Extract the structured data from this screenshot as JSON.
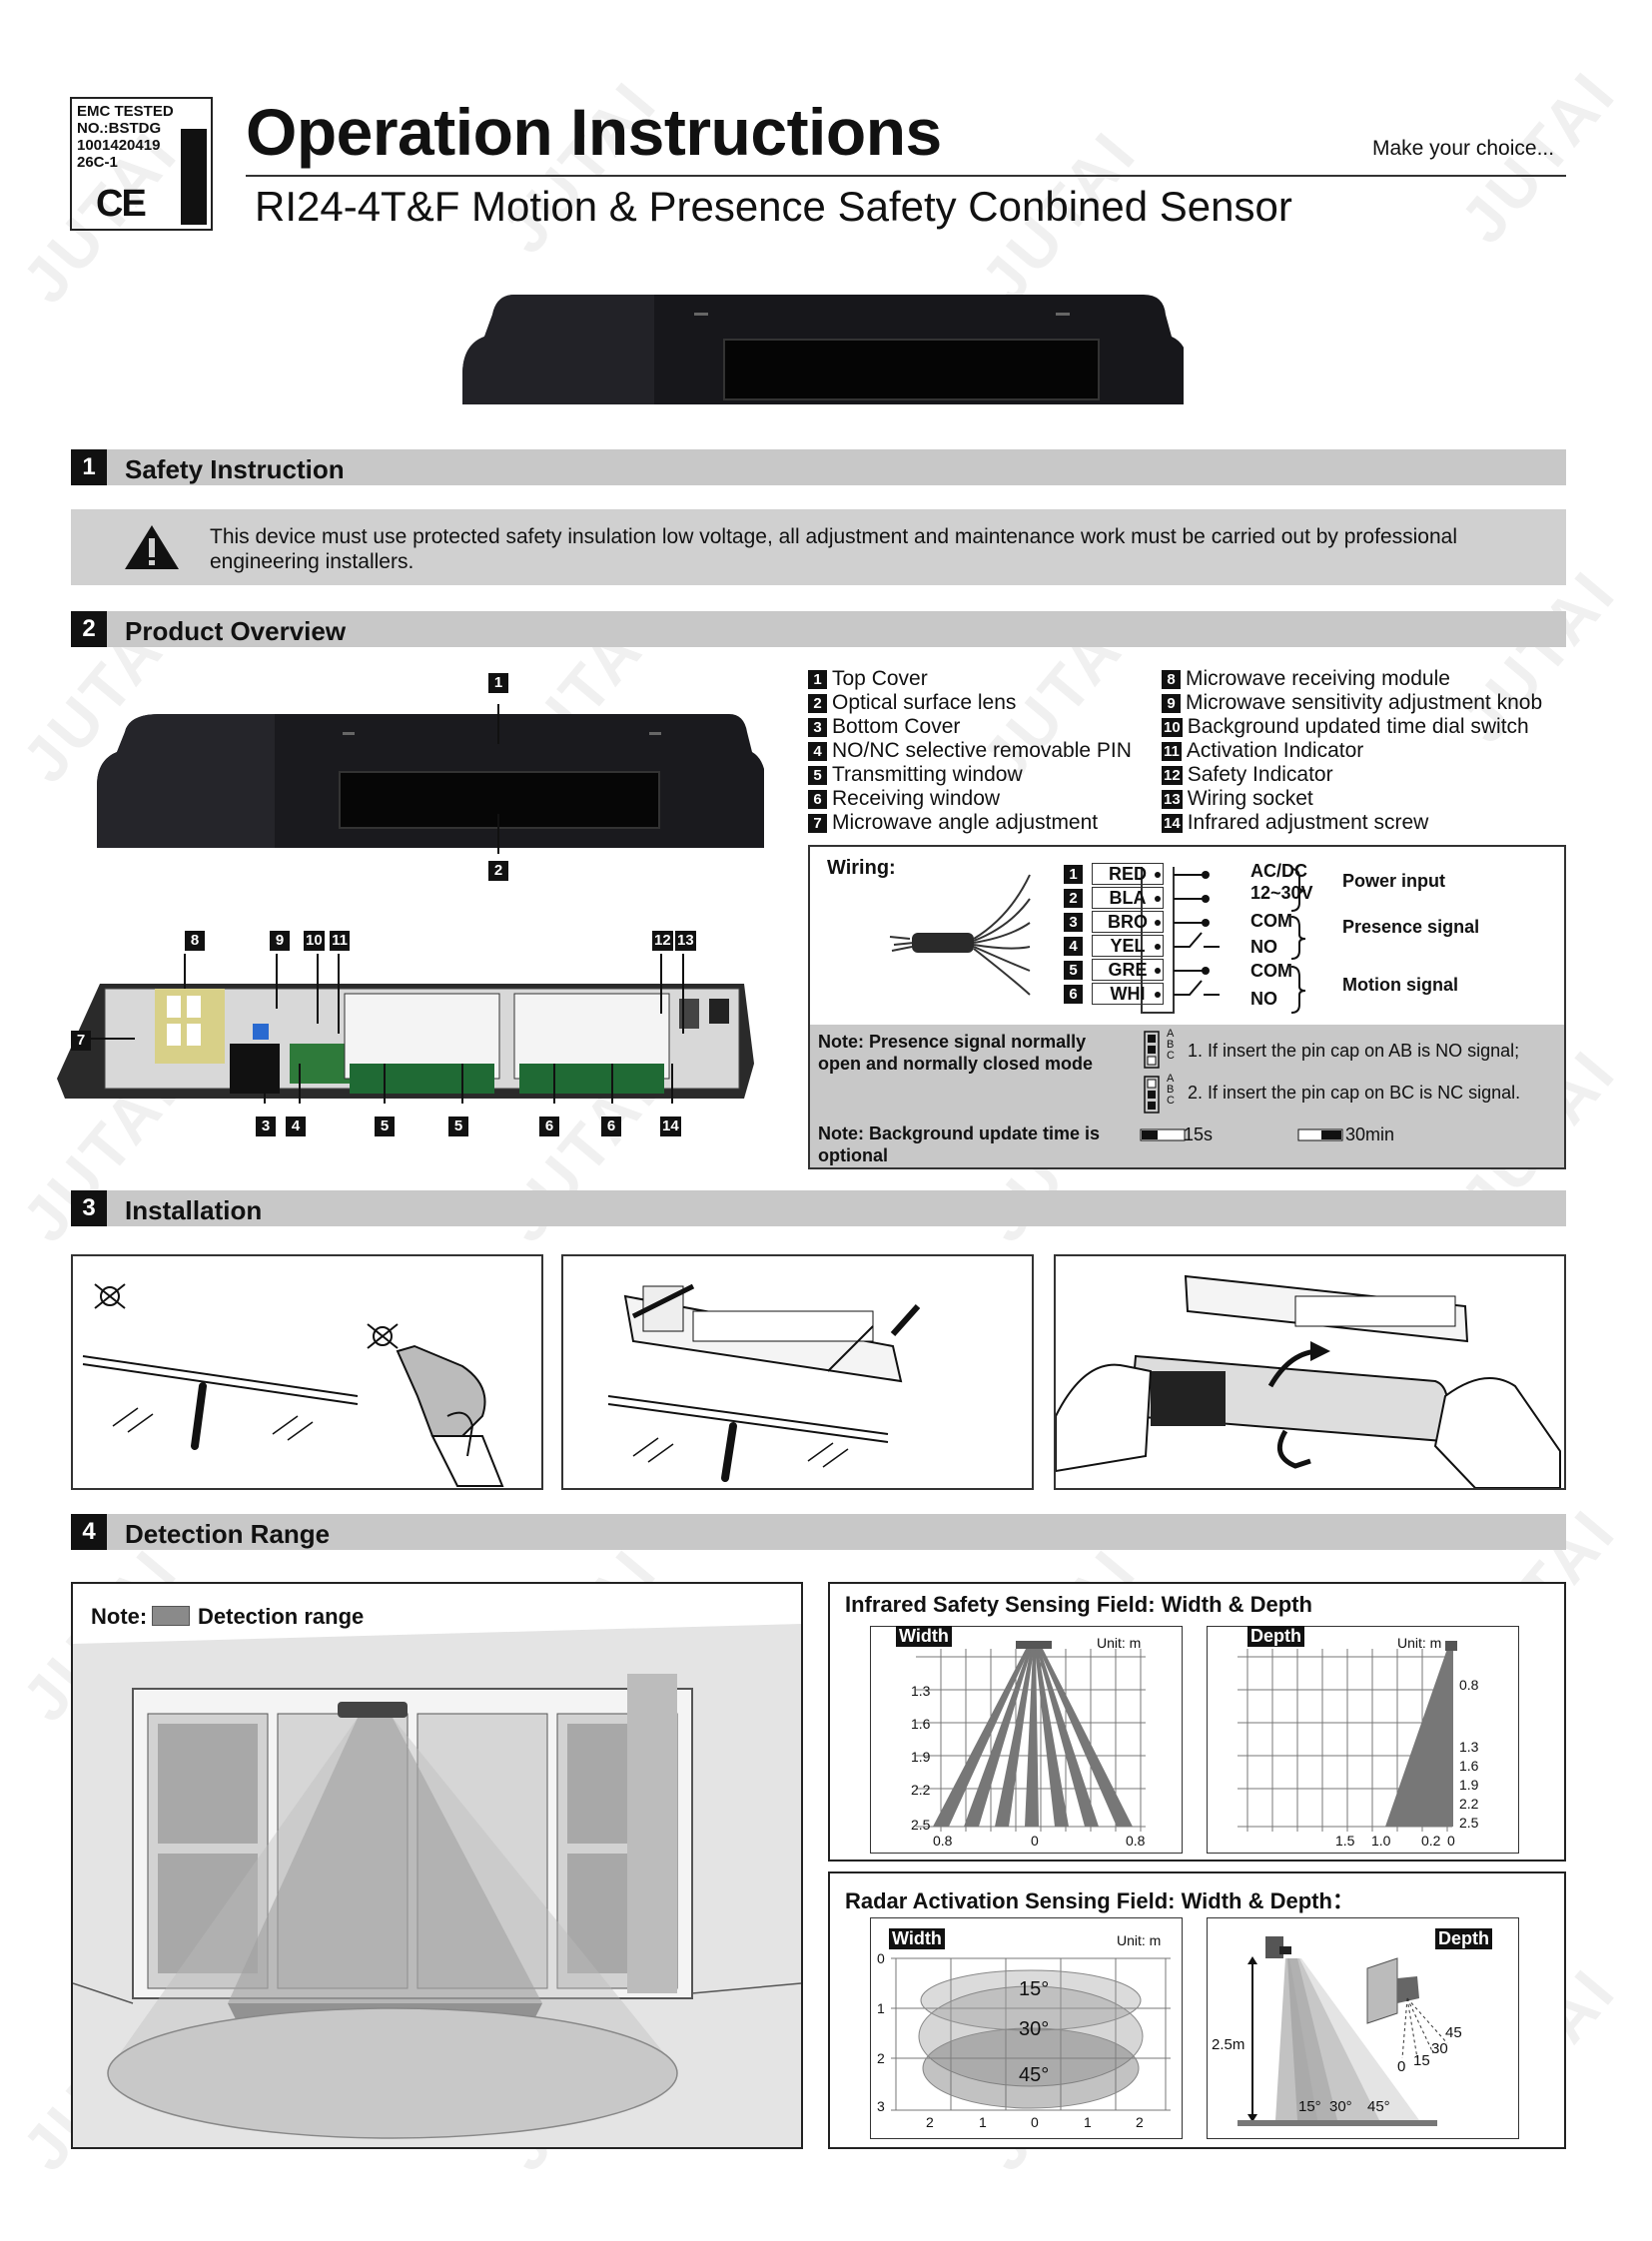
{
  "header": {
    "emc_lines": [
      "EMC TESTED",
      "NO.:BSTDG",
      "1001420419",
      "26C-1"
    ],
    "ce_mark": "CE",
    "title": "Operation Instructions",
    "subtitle": "RI24-4T&F Motion & Presence Safety Conbined Sensor",
    "slogan": "Make  your choice..."
  },
  "sections": {
    "s1": {
      "num": "1",
      "title": "Safety Instruction"
    },
    "s2": {
      "num": "2",
      "title": "Product Overview"
    },
    "s3": {
      "num": "3",
      "title": "Installation"
    },
    "s4": {
      "num": "4",
      "title": "Detection Range"
    }
  },
  "safety": {
    "text": "This device must use protected safety insulation low voltage, all adjustment and maintenance work must be carried out by professional engineering installers."
  },
  "parts": [
    {
      "num": "1",
      "label": "Top Cover"
    },
    {
      "num": "2",
      "label": "Optical surface lens"
    },
    {
      "num": "3",
      "label": "Bottom Cover"
    },
    {
      "num": "4",
      "label": "NO/NC selective removable PIN"
    },
    {
      "num": "5",
      "label": "Transmitting window"
    },
    {
      "num": "6",
      "label": "Receiving window"
    },
    {
      "num": "7",
      "label": "Microwave angle adjustment"
    },
    {
      "num": "8",
      "label": "Microwave receiving module"
    },
    {
      "num": "9",
      "label": "Microwave sensitivity adjustment knob"
    },
    {
      "num": "10",
      "label": "Background updated time dial switch"
    },
    {
      "num": "11",
      "label": "Activation Indicator"
    },
    {
      "num": "12",
      "label": "Safety Indicator"
    },
    {
      "num": "13",
      "label": "Wiring socket"
    },
    {
      "num": "14",
      "label": "Infrared adjustment screw"
    }
  ],
  "callouts": {
    "c1": "1",
    "c2": "2",
    "c3": "3",
    "c4": "4",
    "c5a": "5",
    "c5b": "5",
    "c6a": "6",
    "c6b": "6",
    "c7": "7",
    "c8": "8",
    "c9": "9",
    "c10": "10",
    "c11": "11",
    "c12": "12",
    "c13": "13",
    "c14": "14"
  },
  "wiring": {
    "title": "Wiring:",
    "wires": [
      {
        "num": "1",
        "color": "RED"
      },
      {
        "num": "2",
        "color": "BLA"
      },
      {
        "num": "3",
        "color": "BRO"
      },
      {
        "num": "4",
        "color": "YEL"
      },
      {
        "num": "5",
        "color": "GRE"
      },
      {
        "num": "6",
        "color": "WHI"
      }
    ],
    "terminals": [
      "AC/DC",
      "12~30V",
      "COM",
      "NO",
      "COM",
      "NO"
    ],
    "groups": [
      "Power input",
      "Presence signal",
      "Motion signal"
    ],
    "note1": "Note: Presence signal normally open and normally closed mode",
    "pin_letters": [
      "A",
      "B",
      "C"
    ],
    "pin_ab": "1. If insert the pin cap on AB is NO signal;",
    "pin_bc": "2. If insert the pin cap on BC is NC signal.",
    "note2": "Note: Background update time is optional",
    "opt1": "15s",
    "opt2": "30min"
  },
  "detection": {
    "note_label": "Note:",
    "note_text": "Detection range",
    "range_color": "#8a8a8a",
    "ir_title": "Infrared Safety Sensing Field: Width & Depth",
    "radar_title": "Radar Activation Sensing Field: Width & Depth：",
    "width_tag": "Width",
    "depth_tag": "Depth",
    "unit": "Unit: m",
    "ir_width_y": [
      "1.3",
      "1.6",
      "1.9",
      "2.2",
      "2.5"
    ],
    "ir_width_x": [
      "0.8",
      "0",
      "0.8"
    ],
    "ir_depth_y": [
      "0.8",
      "1.3",
      "1.6",
      "1.9",
      "2.2",
      "2.5"
    ],
    "ir_depth_x": [
      "1.5",
      "1.0",
      "0.2",
      "0"
    ],
    "radar_width_y": [
      "0",
      "1",
      "2",
      "3"
    ],
    "radar_width_x": [
      "2",
      "1",
      "0",
      "1",
      "2"
    ],
    "radar_angles": [
      "15°",
      "30°",
      "45°"
    ],
    "radar_height": "2.5m",
    "radar_depth_angles": [
      "15°",
      "30°",
      "45°"
    ],
    "radar_dial": [
      "0",
      "15",
      "30",
      "45"
    ]
  },
  "watermark": "JUTAI"
}
